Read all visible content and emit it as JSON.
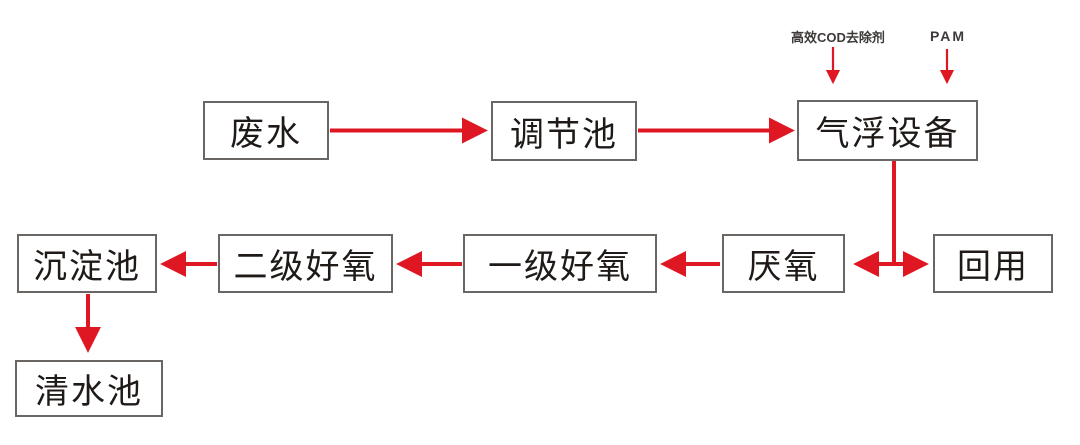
{
  "diagram": {
    "type": "process-flowchart",
    "subject": "wastewater treatment process",
    "colors": {
      "arrow_red": "#df1722",
      "box_border": "#696664",
      "box_fill": "#ffffff",
      "text": "#1f1a17",
      "annotation_text": "#3e3a39",
      "background": "#ffffff"
    },
    "nodes": [
      {
        "id": "wastewater",
        "label": "废水"
      },
      {
        "id": "regulating-tank",
        "label": "调节池"
      },
      {
        "id": "air-flotation",
        "label": "气浮设备"
      },
      {
        "id": "sedimentation",
        "label": "沉淀池"
      },
      {
        "id": "secondary-aerobic",
        "label": "二级好氧"
      },
      {
        "id": "primary-aerobic",
        "label": "一级好氧"
      },
      {
        "id": "anaerobic",
        "label": "厌氧"
      },
      {
        "id": "reuse",
        "label": "回用"
      },
      {
        "id": "clean-water",
        "label": "清水池"
      }
    ],
    "annotations": [
      {
        "id": "cod-remover",
        "label": "高效COD去除剂",
        "points_to": "气浮设备"
      },
      {
        "id": "pam",
        "label": "PAM",
        "points_to": "气浮设备"
      }
    ],
    "edges": [
      {
        "from": "废水",
        "to": "调节池"
      },
      {
        "from": "调节池",
        "to": "气浮设备"
      },
      {
        "from": "高效COD去除剂",
        "to": "气浮设备"
      },
      {
        "from": "PAM",
        "to": "气浮设备"
      },
      {
        "from": "气浮设备",
        "to": "厌氧"
      },
      {
        "from": "气浮设备",
        "to": "回用"
      },
      {
        "from": "厌氧",
        "to": "一级好氧"
      },
      {
        "from": "一级好氧",
        "to": "二级好氧"
      },
      {
        "from": "二级好氧",
        "to": "沉淀池"
      },
      {
        "from": "沉淀池",
        "to": "清水池"
      }
    ]
  }
}
